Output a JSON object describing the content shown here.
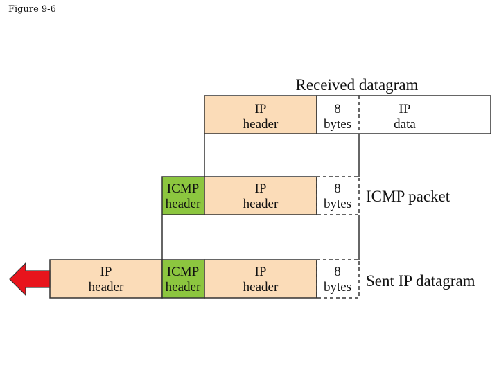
{
  "caption": "Figure 9-6",
  "labels": {
    "received": "Received datagram",
    "icmp_packet": "ICMP packet",
    "sent": "Sent IP datagram"
  },
  "row1": {
    "ip_header": [
      "IP",
      "header"
    ],
    "eight_bytes": [
      "8",
      "bytes"
    ],
    "ip_data": [
      "IP",
      "data"
    ]
  },
  "row2": {
    "icmp_header": [
      "ICMP",
      "header"
    ],
    "ip_header": [
      "IP",
      "header"
    ],
    "eight_bytes": [
      "8",
      "bytes"
    ]
  },
  "row3": {
    "new_ip_header": [
      "IP",
      "header"
    ],
    "icmp_header": [
      "ICMP",
      "header"
    ],
    "ip_header": [
      "IP",
      "header"
    ],
    "eight_bytes": [
      "8",
      "bytes"
    ]
  },
  "colors": {
    "header_fill": "#fbdcb8",
    "icmp_fill": "#8cc63f",
    "arrow": "#e8141c",
    "white": "#ffffff"
  }
}
